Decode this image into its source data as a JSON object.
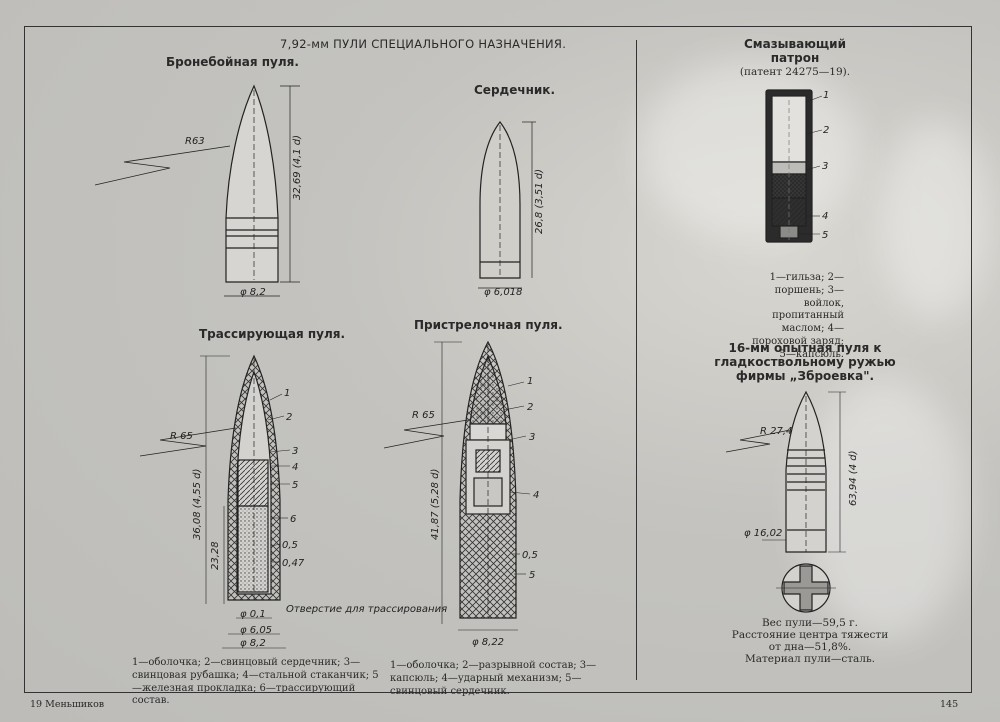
{
  "page_title": "7,92-мм ПУЛИ СПЕЦИАЛЬНОГО НАЗНАЧЕНИЯ.",
  "armor_piercing": {
    "title": "Бронебойная пуля.",
    "radius": "R63",
    "height": "32,69 (4,1 d)",
    "diameter": "φ 8,2"
  },
  "core": {
    "title": "Сердечник.",
    "height": "26,8 (3,51 d)",
    "diameter": "φ 6,018"
  },
  "tracer": {
    "title": "Трассирующая пуля.",
    "radius": "R 65",
    "height_total": "36,08 (4,55 d)",
    "height_lower": "23,28",
    "parts": [
      "1",
      "2",
      "3",
      "4",
      "5",
      "6",
      "0,5",
      "0,47"
    ],
    "hole_note": "Отверстие для трассирования",
    "diam_1": "φ 0,1",
    "diam_2": "φ 6,05",
    "diam_3": "φ 8,2",
    "legend": "1—оболочка; 2—свинцовый сердечник; 3—свинцовая рубашка; 4—стальной стаканчик; 5—железная прокладка; 6—трассирующий состав."
  },
  "sighting": {
    "title": "Пристрелочная пуля.",
    "radius": "R 65",
    "height": "41,87 (5,28 d)",
    "parts": [
      "1",
      "2",
      "3",
      "4",
      "0,5",
      "5"
    ],
    "diameter": "φ 8,22",
    "legend": "1—оболочка; 2—разрывной состав; 3—капсюль; 4—ударный механизм; 5—свинцовый сердечник."
  },
  "lubricating": {
    "title_line1": "Смазывающий",
    "title_line2": "патрон",
    "patent": "(патент 24275—19).",
    "parts": [
      "1",
      "2",
      "3",
      "4",
      "5"
    ],
    "legend": "1—гильза; 2—поршень; 3—войлок, пропитанный маслом; 4—пороховой заряд; 5—капсюль."
  },
  "shotgun_bullet": {
    "title_line1": "16-мм опытная пуля к",
    "title_line2": "гладкоствольному ружью",
    "title_line3": "фирмы „Зброевка\".",
    "radius": "R 27,4",
    "height": "63,94 (4 d)",
    "diameter": "φ 16,02",
    "note_line1": "Вес пули—59,5 г.",
    "note_line2": "Расстояние центра тяжести",
    "note_line3": "от дна—51,8%.",
    "note_line4": "Материал пули—сталь."
  },
  "footer": {
    "left": "19 Меньшиков",
    "right": "145"
  }
}
